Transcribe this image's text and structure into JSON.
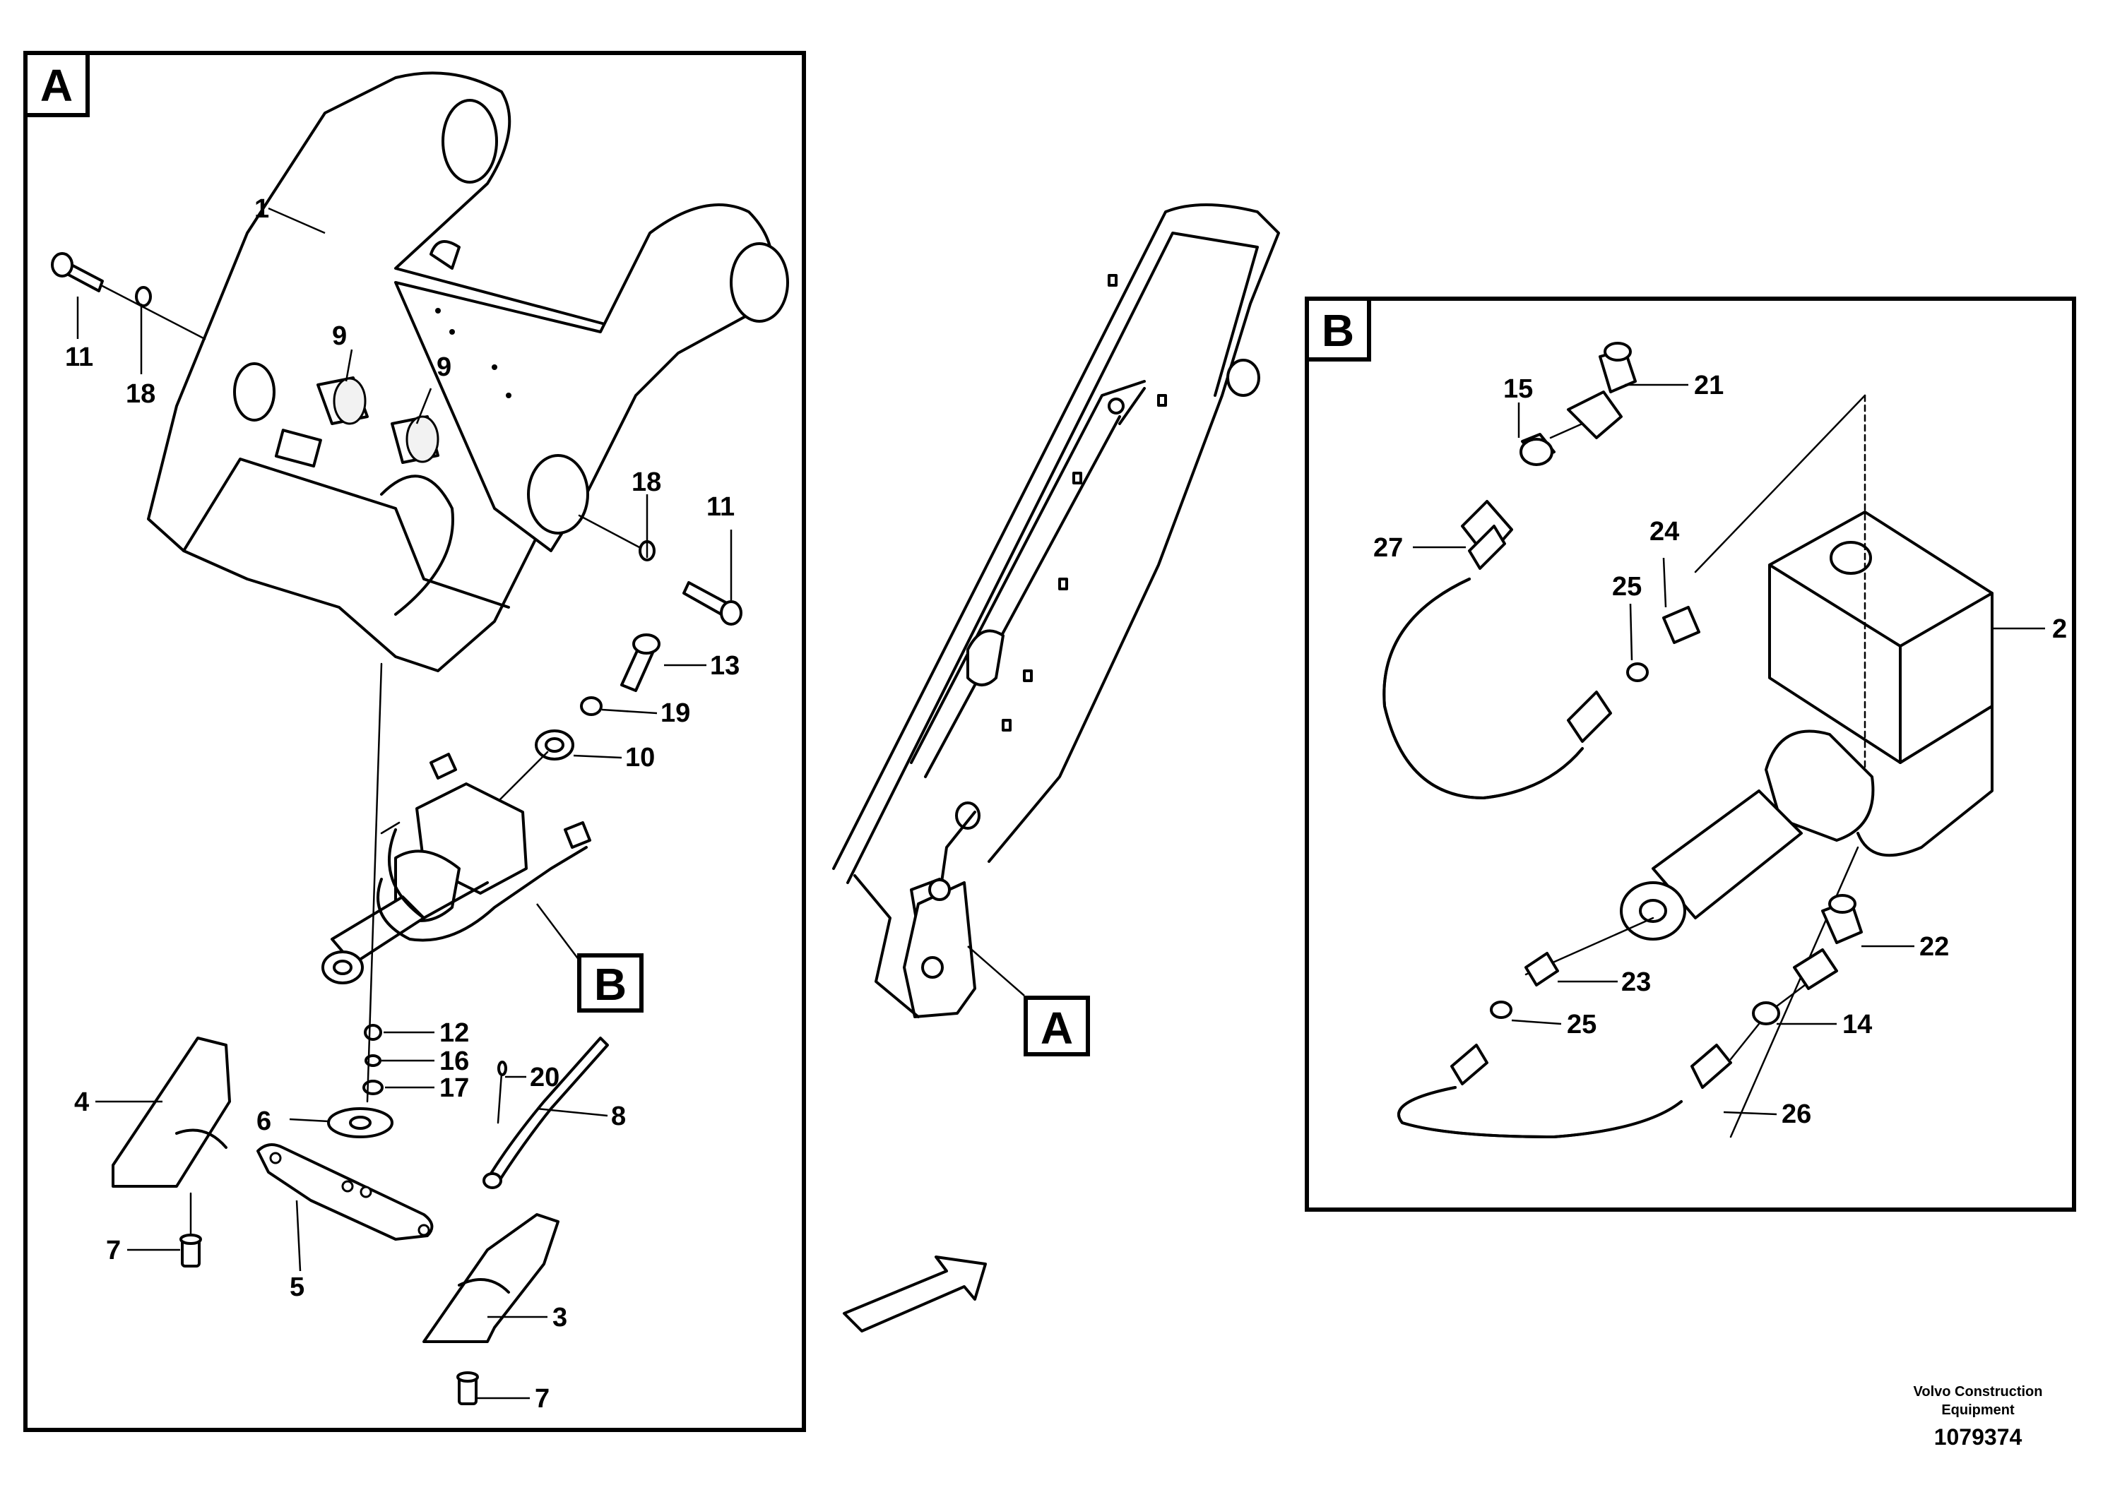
{
  "panels": {
    "a": {
      "label": "A"
    },
    "b": {
      "label": "B"
    }
  },
  "callouts": {
    "a": "A",
    "b": "B"
  },
  "part_numbers": {
    "p1": "1",
    "p2": "2",
    "p3": "3",
    "p4": "4",
    "p5": "5",
    "p6": "6",
    "p7a": "7",
    "p7b": "7",
    "p8": "8",
    "p9a": "9",
    "p9b": "9",
    "p10": "10",
    "p11a": "11",
    "p11b": "11",
    "p12": "12",
    "p13": "13",
    "p14": "14",
    "p15": "15",
    "p16": "16",
    "p17": "17",
    "p18a": "18",
    "p18b": "18",
    "p19": "19",
    "p20": "20",
    "p21": "21",
    "p22": "22",
    "p23": "23",
    "p24": "24",
    "p25a": "25",
    "p25b": "25",
    "p26": "26",
    "p27": "27"
  },
  "footer": {
    "company_line1": "Volvo Construction",
    "company_line2": "Equipment",
    "drawing_number": "1079374"
  }
}
